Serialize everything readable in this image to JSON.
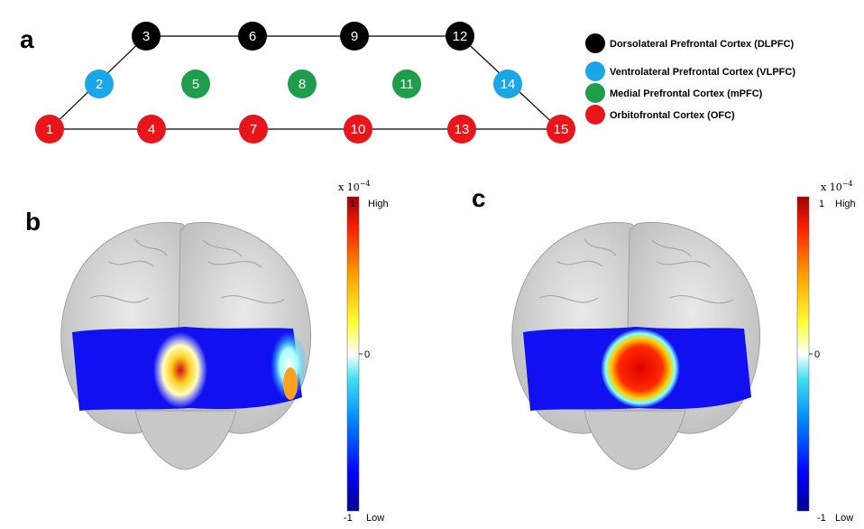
{
  "panel_letters": {
    "a": "a",
    "b": "b",
    "c": "c"
  },
  "montage": {
    "nodes": [
      {
        "label": "1",
        "region": "OFC"
      },
      {
        "label": "2",
        "region": "VLPFC"
      },
      {
        "label": "3",
        "region": "DLPFC"
      },
      {
        "label": "4",
        "region": "OFC"
      },
      {
        "label": "5",
        "region": "mPFC"
      },
      {
        "label": "6",
        "region": "DLPFC"
      },
      {
        "label": "7",
        "region": "OFC"
      },
      {
        "label": "8",
        "region": "mPFC"
      },
      {
        "label": "9",
        "region": "DLPFC"
      },
      {
        "label": "10",
        "region": "OFC"
      },
      {
        "label": "11",
        "region": "mPFC"
      },
      {
        "label": "12",
        "region": "DLPFC"
      },
      {
        "label": "13",
        "region": "OFC"
      },
      {
        "label": "14",
        "region": "VLPFC"
      },
      {
        "label": "15",
        "region": "OFC"
      }
    ]
  },
  "legend": [
    {
      "key": "DLPFC",
      "label": "Dorsolateral Prefrontal Cortex (DLPFC)",
      "color": "#000000"
    },
    {
      "key": "VLPFC",
      "label": "Ventrolateral Prefrontal Cortex (VLPFC)",
      "color": "#1aa7e8"
    },
    {
      "key": "mPFC",
      "label": "Medial Prefrontal Cortex (mPFC)",
      "color": "#1e9e4a"
    },
    {
      "key": "OFC",
      "label": "Orbitofrontal Cortex (OFC)",
      "color": "#e8161b"
    }
  ],
  "colorbar": {
    "scale_base": "x 10",
    "scale_exp": "−4",
    "top_value": "1",
    "top_label": "High",
    "mid_value": "0",
    "bottom_value": "-1",
    "bottom_label": "Low"
  }
}
